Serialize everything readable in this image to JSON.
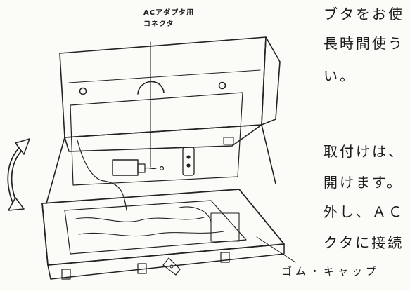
{
  "labels": {
    "ac_adapter_line1": "ACアダプタ用",
    "ac_adapter_line2": "コネクタ",
    "rubber_cap": "ゴム・キャップ"
  },
  "text": {
    "lines": [
      "ブタをお使",
      "長時間使う",
      "い。",
      "取付けは、",
      "開けます。",
      "外し、ＡＣ",
      "クタに接続"
    ]
  }
}
